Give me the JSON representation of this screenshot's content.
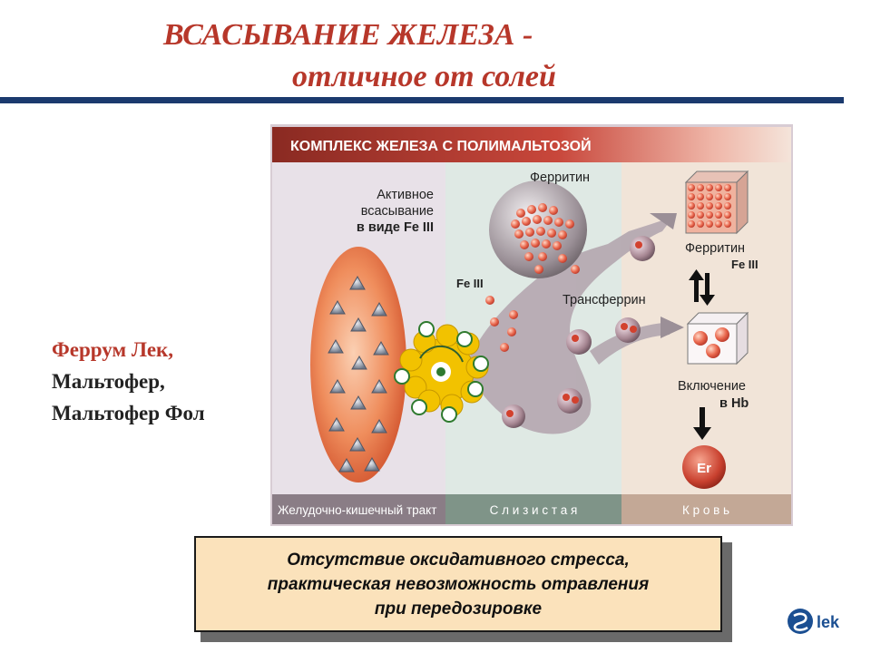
{
  "title": {
    "line1": "ВСАСЫВАНИЕ ЖЕЛЕЗА -",
    "line2": "отличное от солей"
  },
  "brands": [
    "Феррум Лек,",
    "Мальтофер,",
    "Мальтофер Фол"
  ],
  "diagram": {
    "header": "КОМПЛЕКС ЖЕЛЕЗА С ПОЛИМАЛЬТОЗОЙ",
    "active_label": [
      "Активное",
      "всасывание",
      "в виде Fe III"
    ],
    "ferritin_top": "Ферритин",
    "fe3_label": "Fe III",
    "transferrin": "Трансферрин",
    "ferritin_right": "Ферритин",
    "ferritin_right_sub": "Fe III",
    "inclusion": [
      "Включение",
      "в Hb"
    ],
    "erythrocyte": "Er",
    "zones": [
      "Желудочно-кишечный тракт",
      "С л и з и с т а я",
      "К р о в ь"
    ]
  },
  "note": {
    "lines": [
      "Отсутствие оксидативного стресса,",
      "практическая невозможность отравления",
      "при передозировке"
    ]
  },
  "logo": {
    "text": "lek"
  },
  "colors": {
    "title": "#b7372a",
    "rule": "#1b3a6e",
    "note_bg": "#fbe2bb"
  }
}
